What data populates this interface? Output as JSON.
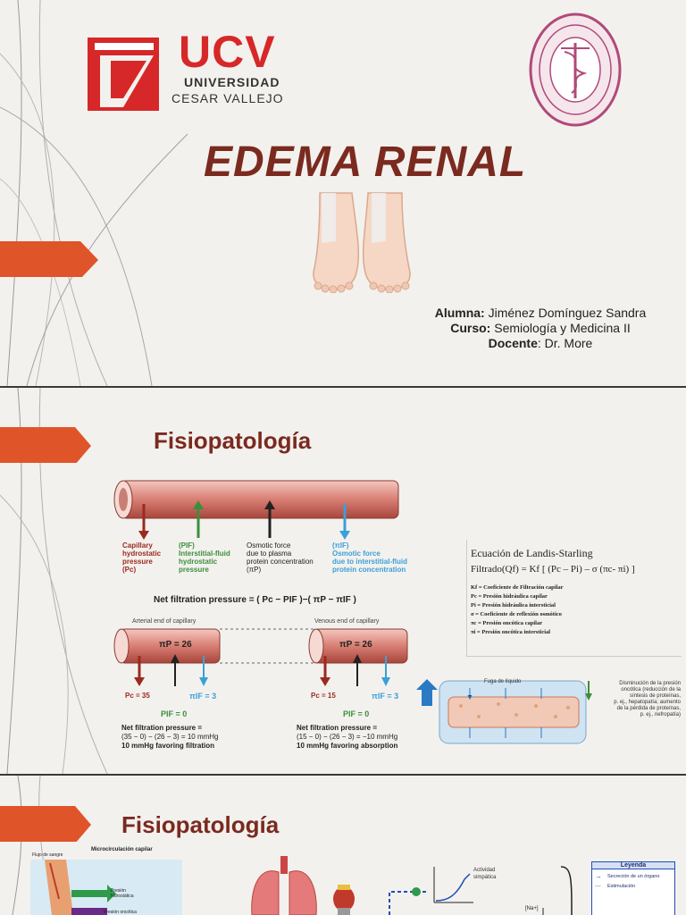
{
  "slide1": {
    "ucv_name": "UCV",
    "ucv_line1": "UNIVERSIDAD",
    "ucv_line2": "CESAR VALLEJO",
    "title": "EDEMA RENAL",
    "alumna_label": "Alumna:",
    "alumna_value": " Jiménez Domínguez Sandra",
    "curso_label": "Curso:",
    "curso_value": " Semiología y Medicina II",
    "docente_label": "Docente",
    "docente_value": ": Dr. More",
    "colors": {
      "accent": "#e0542a",
      "title": "#7a2a1f",
      "ucv_red": "#d62828"
    }
  },
  "slide2": {
    "title": "Fisiopatología",
    "vessel_labels": {
      "capillary": [
        "Capillary",
        "hydrostatic",
        "pressure",
        "(Pc)"
      ],
      "interstitial": [
        "(PIF)",
        "Interstitial-fluid",
        "hydrostatic",
        "pressure"
      ],
      "osmotic_plasma": [
        "Osmotic force",
        "due to plasma",
        "protein concentration",
        "(πP)"
      ],
      "osmotic_if": [
        "(πIF)",
        "Osmotic force",
        "due to interstitial-fluid",
        "protein concentration"
      ]
    },
    "net_filtration_formula": "Net filtration pressure = ( Pc − PIF )−( πP − πIF )",
    "arterial_end": "Arterial end of capillary",
    "venous_end": "Venous end of capillary",
    "pi_p_26": "πP = 26",
    "pc_35": "Pc = 35",
    "pc_15": "Pc = 15",
    "pi_if_3": "πIF = 3",
    "pif_0": "PIF = 0",
    "arterial_result": [
      "Net filtration pressure =",
      "(35 − 0) − (26 − 3) = 10 mmHg",
      "10 mmHg favoring filtration"
    ],
    "venous_result": [
      "Net filtration pressure =",
      "(15 − 0) − (26 − 3) = −10 mmHg",
      "10 mmHg favoring absorption"
    ],
    "landis_title": "Ecuación de Landis-Starling",
    "landis_formula": "Filtrado(Qf)   =  Kf [ (Pc – Pi) – σ (πc- πi) ]",
    "landis_defs": [
      "Kf   = Coeficiente de Filtración capilar",
      "Pc   = Presión hidráulica capilar",
      "Pi    = Presión hidráulica intersticial",
      "σ     = Coeficiente de reflexión osmótico",
      "πc    = Presión oncótica capilar",
      "πi    = Presión oncótica intersticial"
    ],
    "fuga_label": "Fuga de líquido",
    "disminucion_text": [
      "Disminución de la presión",
      "oncótica (reducción de la",
      "síntesis de proteínas,",
      "p. ej., hepatopatía; aumento",
      "de la pérdida de proteínas,",
      "p. ej., nefropatía)"
    ]
  },
  "slide3": {
    "title": "Fisiopatología",
    "flujo": "Flujo de sangre",
    "microcirculacion": "Microcirculación capilar",
    "presion_hidrostatica": [
      "Presión",
      "hidrostática"
    ],
    "presion_oncotica": "Presión oncótica",
    "actividad_simpatica": [
      "Actividad",
      "simpática"
    ],
    "leyenda_title": "Leyenda",
    "leyenda_items": [
      "Secreción de un órgano",
      "Estimulación"
    ],
    "na_label": "[Na+]"
  }
}
